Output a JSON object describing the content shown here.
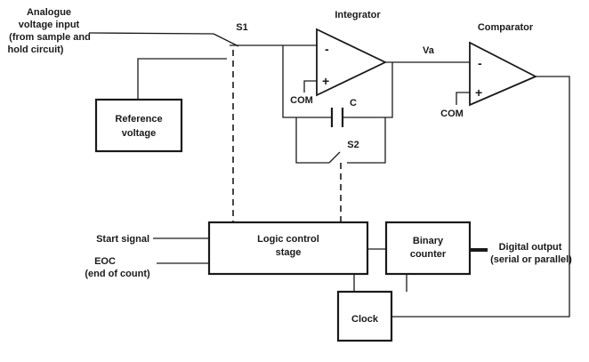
{
  "input": {
    "line1": "Analogue",
    "line2": "voltage input",
    "line3": "(from sample and",
    "line4": "hold circuit)"
  },
  "switch_s1": "S1",
  "integrator": {
    "title": "Integrator",
    "minus": "-",
    "plus": "+",
    "com": "COM"
  },
  "capacitor": "C",
  "switch_s2": "S2",
  "node_va": "Va",
  "comparator": {
    "title": "Comparator",
    "minus": "-",
    "plus": "+",
    "com": "COM"
  },
  "reference": {
    "line1": "Reference",
    "line2": "voltage"
  },
  "logic": {
    "line1": "Logic control",
    "line2": "stage"
  },
  "start_signal": "Start signal",
  "eoc": {
    "line1": "EOC",
    "line2": "(end of count)"
  },
  "counter": {
    "line1": "Binary",
    "line2": "counter"
  },
  "output": {
    "line1": "Digital output",
    "line2": "(serial or parallel)"
  },
  "clock": "Clock"
}
